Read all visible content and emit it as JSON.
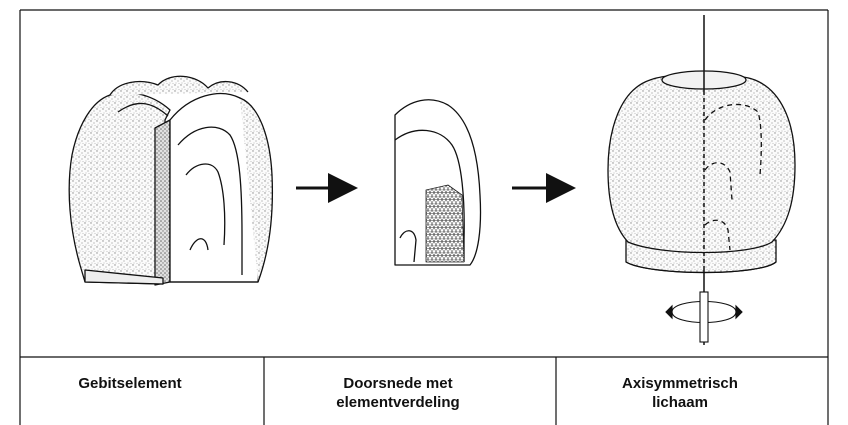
{
  "figure": {
    "captions": {
      "tooth": "Gebitselement",
      "section": "Doorsnede met elementverdeling",
      "section_line1": "Doorsnede met",
      "section_line2": "elementverdeling",
      "axisym_line1": "Axisymmetrisch",
      "axisym_line2": "lichaam"
    },
    "colors": {
      "line": "#111111",
      "stipple": "#9a9a9a",
      "background": "#ffffff"
    }
  }
}
